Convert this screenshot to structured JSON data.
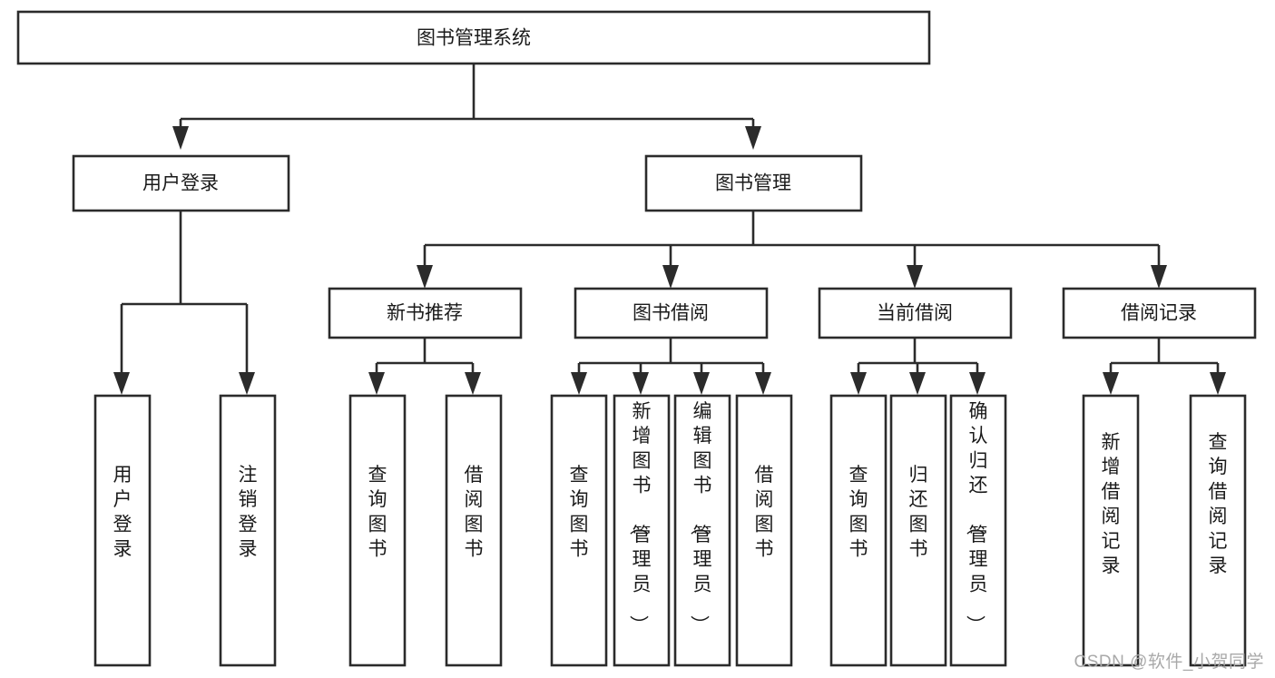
{
  "diagram": {
    "type": "tree-hierarchy-chart",
    "title_node": "图书管理系统",
    "colors": {
      "box_stroke": "#2b2b2b",
      "box_fill": "#ffffff",
      "text": "#1a1a1a",
      "background": "#ffffff",
      "watermark": "#a9a9a9"
    },
    "nodes": {
      "root": {
        "label": "图书管理系统",
        "level": 0
      },
      "level1": [
        {
          "id": "user-login",
          "label": "用户登录"
        },
        {
          "id": "book-manage",
          "label": "图书管理"
        }
      ],
      "level2": [
        {
          "id": "new-book-recommend",
          "label": "新书推荐",
          "parent": "book-manage"
        },
        {
          "id": "book-borrow",
          "label": "图书借阅",
          "parent": "book-manage"
        },
        {
          "id": "current-borrow",
          "label": "当前借阅",
          "parent": "book-manage"
        },
        {
          "id": "borrow-record",
          "label": "借阅记录",
          "parent": "book-manage"
        }
      ],
      "leaves": [
        {
          "id": "leaf-user-login",
          "label": "用户登录",
          "parent": "user-login"
        },
        {
          "id": "leaf-logout-login",
          "label": "注销登录",
          "parent": "user-login"
        },
        {
          "id": "leaf-query-book-1",
          "label": "查询图书",
          "parent": "new-book-recommend"
        },
        {
          "id": "leaf-borrow-book-1",
          "label": "借阅图书",
          "parent": "new-book-recommend"
        },
        {
          "id": "leaf-query-book-2",
          "label": "查询图书",
          "parent": "book-borrow"
        },
        {
          "id": "leaf-add-book",
          "label": "新增图书（管理员）",
          "parent": "book-borrow"
        },
        {
          "id": "leaf-edit-book",
          "label": "编辑图书（管理员）",
          "parent": "book-borrow"
        },
        {
          "id": "leaf-borrow-book-2",
          "label": "借阅图书",
          "parent": "book-borrow"
        },
        {
          "id": "leaf-query-book-3",
          "label": "查询图书",
          "parent": "current-borrow"
        },
        {
          "id": "leaf-return-book",
          "label": "归还图书",
          "parent": "current-borrow"
        },
        {
          "id": "leaf-confirm-return",
          "label": "确认归还（管理员）",
          "parent": "current-borrow"
        },
        {
          "id": "leaf-add-record",
          "label": "新增借阅记录",
          "parent": "borrow-record"
        },
        {
          "id": "leaf-query-record",
          "label": "查询借阅记录",
          "parent": "borrow-record"
        }
      ]
    }
  },
  "watermark": {
    "text": "CSDN @软件_小贺同学"
  }
}
